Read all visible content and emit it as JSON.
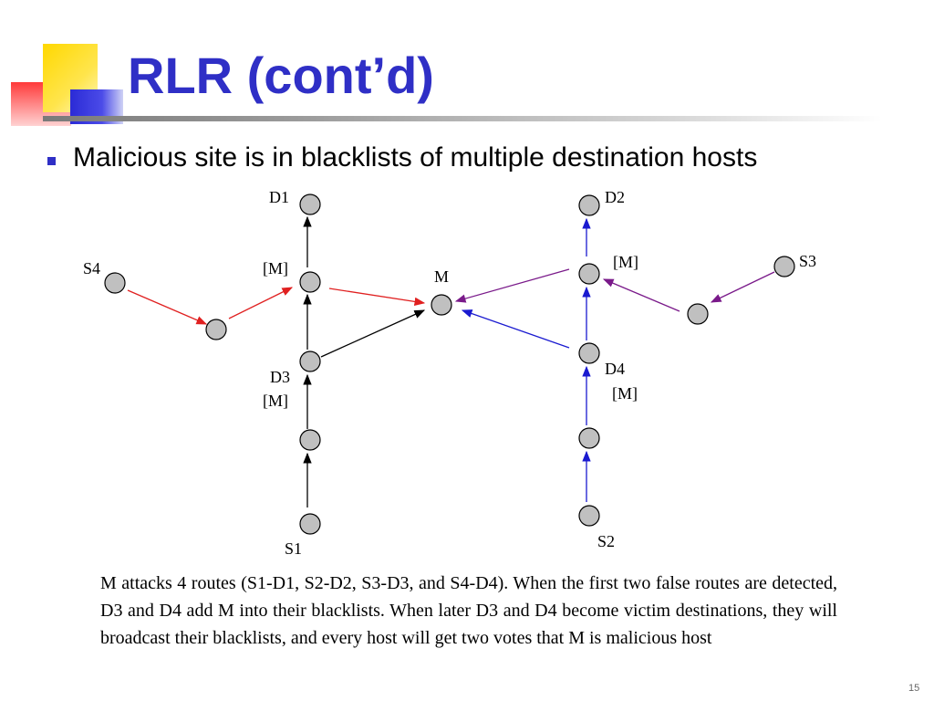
{
  "slide": {
    "title": "RLR (cont’d)",
    "bullet": "Malicious site is in blacklists of multiple destination hosts",
    "caption": "M attacks 4 routes (S1-D1, S2-D2, S3-D3, and S4-D4). When the first two false routes are detected, D3 and D4 add M into their blacklists. When later D3 and D4 become victim destinations, they will broadcast their blacklists, and every host will get two votes that M is malicious host",
    "page_number": "15"
  },
  "colors": {
    "title": "#2f2fc6",
    "node_fill": "#c0c0c0",
    "red_route": "#e02020",
    "black_route": "#000000",
    "blue_route": "#1a1ad0",
    "purple_route": "#7a1a8a"
  },
  "diagram": {
    "labels": {
      "D1": "D1",
      "D2": "D2",
      "D3": "D3",
      "D4": "D4",
      "S1": "S1",
      "S2": "S2",
      "S3": "S3",
      "S4": "S4",
      "M": "M",
      "m_tag": "[M]"
    },
    "edges": [
      {
        "from": "S1",
        "to": "N1",
        "color": "black_route"
      },
      {
        "from": "N1",
        "to": "D3",
        "color": "black_route"
      },
      {
        "from": "D3",
        "to": "NL",
        "color": "black_route"
      },
      {
        "from": "NL",
        "to": "D1",
        "color": "black_route"
      },
      {
        "from": "D3",
        "to": "M",
        "color": "black_route"
      },
      {
        "from": "S4",
        "to": "N4",
        "color": "red_route"
      },
      {
        "from": "N4",
        "to": "NL",
        "color": "red_route"
      },
      {
        "from": "NL",
        "to": "M",
        "color": "red_route"
      },
      {
        "from": "S2",
        "to": "N2",
        "color": "blue_route"
      },
      {
        "from": "N2",
        "to": "D4",
        "color": "blue_route"
      },
      {
        "from": "D4",
        "to": "NR",
        "color": "blue_route"
      },
      {
        "from": "NR",
        "to": "D2",
        "color": "blue_route"
      },
      {
        "from": "D4",
        "to": "M",
        "color": "blue_route"
      },
      {
        "from": "S3",
        "to": "N3",
        "color": "purple_route"
      },
      {
        "from": "N3",
        "to": "NR",
        "color": "purple_route"
      },
      {
        "from": "NR",
        "to": "M",
        "color": "purple_route"
      }
    ]
  }
}
